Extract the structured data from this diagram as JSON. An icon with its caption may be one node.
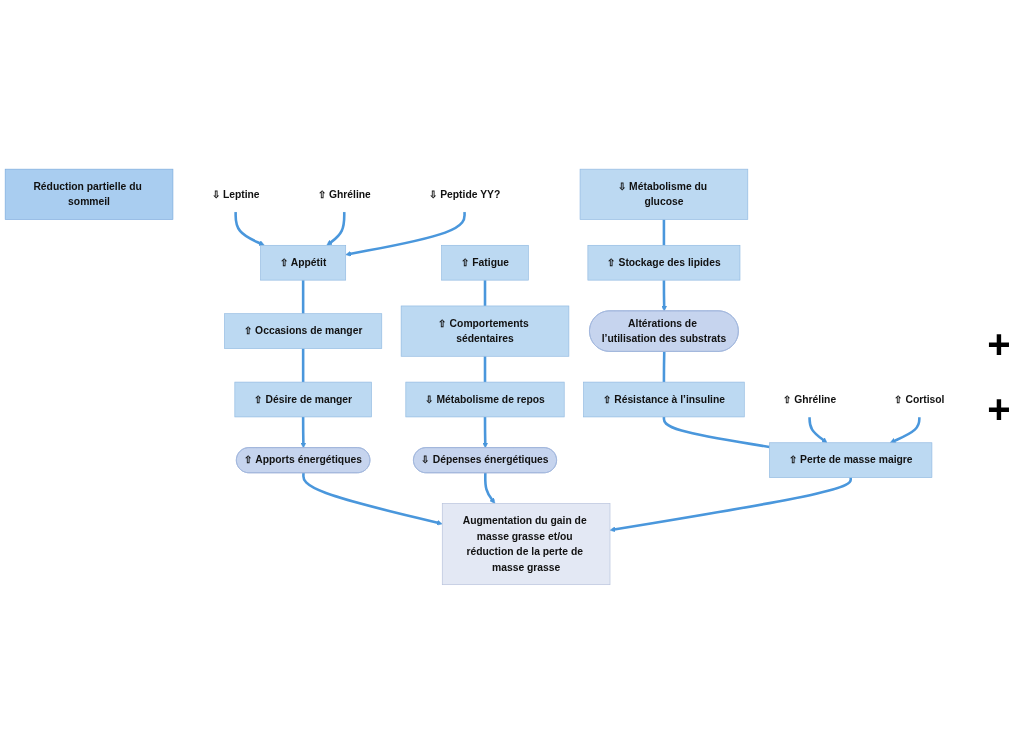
{
  "diagram": {
    "nodes": [
      {
        "text": [
          "Réduction partielle du sommeil"
        ]
      },
      {
        "text": [
          "⇩ Leptine"
        ]
      },
      {
        "text": [
          "⇧ Ghréline"
        ]
      },
      {
        "text": [
          "⇩ Peptide YY?"
        ]
      },
      {
        "text": [
          "⇧ Appétit"
        ]
      },
      {
        "text": [
          "⇧ Fatigue"
        ]
      },
      {
        "text": [
          "⇩ Métabolisme du glucose"
        ]
      },
      {
        "text": [
          "⇧ Occasions de manger"
        ]
      },
      {
        "text": [
          "⇧ Comportements sédentaires"
        ]
      },
      {
        "text": [
          "⇧ Stockage des lipides"
        ]
      },
      {
        "text": [
          "⇧ Désire de manger"
        ]
      },
      {
        "text": [
          "⇩ Métabolisme de repos"
        ]
      },
      {
        "text": [
          "⇧ Apports énergétiques"
        ]
      },
      {
        "text": [
          "⇩ Dépenses énergétiques"
        ]
      },
      {
        "text": [
          "Altérations de l’utilisation des substrats"
        ]
      },
      {
        "text": [
          "⇧ Résistance à l’insuline"
        ]
      },
      {
        "text": [
          "⇧ Perte de masse maigre"
        ]
      },
      {
        "text": [
          "⇧ Ghréline"
        ]
      },
      {
        "text": [
          "⇧ Cortisol"
        ]
      },
      {
        "text": [
          "Augmentation du gain de masse grasse et/ou réduction de la perte de masse grasse"
        ]
      }
    ],
    "edges": [
      {
        "from": 1,
        "to": 4,
        "arrow": "to"
      },
      {
        "from": 2,
        "to": 4,
        "arrow": "to"
      },
      {
        "from": 3,
        "to": 4,
        "arrow": "to"
      },
      {
        "from": 4,
        "to": 7,
        "arrow": "none"
      },
      {
        "from": 7,
        "to": 10,
        "arrow": "none"
      },
      {
        "from": 10,
        "to": 12,
        "arrow": "to"
      },
      {
        "from": 5,
        "to": 8,
        "arrow": "none"
      },
      {
        "from": 8,
        "to": 11,
        "arrow": "none"
      },
      {
        "from": 11,
        "to": 13,
        "arrow": "to"
      },
      {
        "from": 6,
        "to": 9,
        "arrow": "none"
      },
      {
        "from": 9,
        "to": 14,
        "arrow": "to"
      },
      {
        "from": 12,
        "to": 19,
        "arrow": "to"
      },
      {
        "from": 13,
        "to": 19,
        "arrow": "to"
      },
      {
        "from": 14,
        "to": 15,
        "arrow": "none"
      },
      {
        "from": 15,
        "to": 16,
        "arrow": "none"
      },
      {
        "from": 16,
        "to": 19,
        "arrow": "to"
      },
      {
        "from": 17,
        "to": 16,
        "arrow": "to"
      },
      {
        "from": 18,
        "to": 16,
        "arrow": "to"
      }
    ],
    "labels": [
      "+",
      "+"
    ]
  }
}
